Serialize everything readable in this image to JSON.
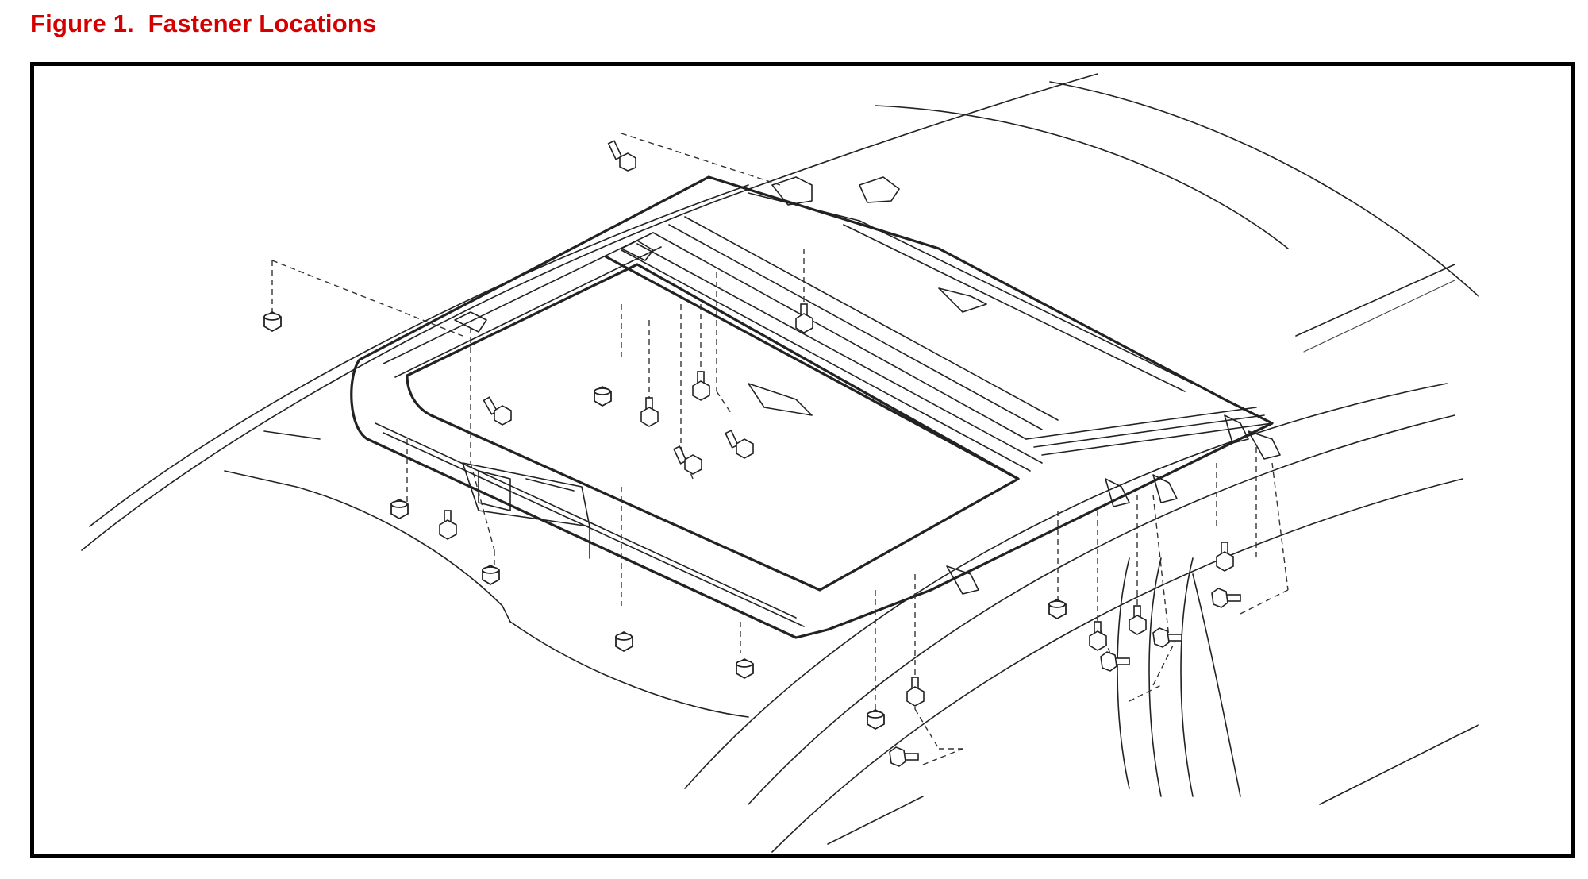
{
  "figure": {
    "title": "Figure 1.  Fastener Locations",
    "title_color": "#d40000",
    "frame_color": "#000000"
  },
  "diagram": {
    "subject": "sunroof-housing-assembly",
    "fastener_types": [
      "nut",
      "bolt"
    ]
  }
}
